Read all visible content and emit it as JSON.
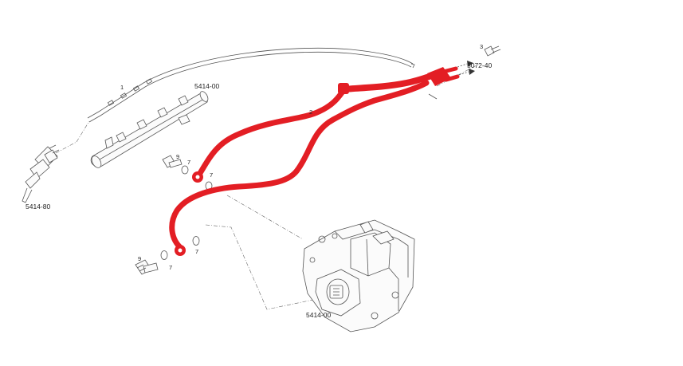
{
  "diagram": {
    "labels": {
      "item_1": "1",
      "item_2": "2",
      "item_3": "3",
      "item_7a": "7",
      "item_7b": "7",
      "item_7c": "7",
      "item_7d": "7",
      "item_9a": "9",
      "item_9b": "9",
      "rail_code": "5414-00",
      "injector_code": "5414-80",
      "pump_code": "5414-00",
      "connector_code": "5072-40"
    },
    "colors": {
      "highlight": "#e31e24",
      "outline": "#555555",
      "leader": "#666666"
    }
  }
}
